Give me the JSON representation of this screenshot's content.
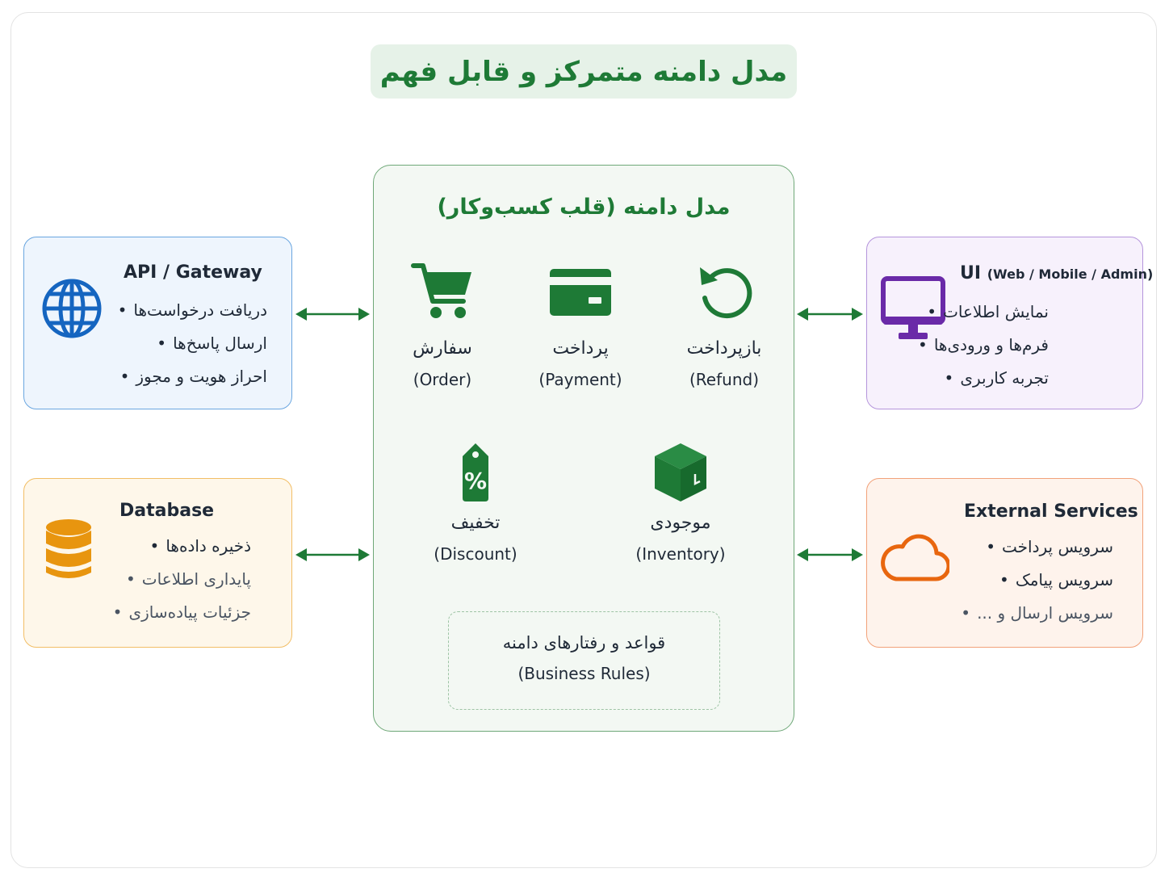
{
  "title": "مدل دامنه متمرکز و قابل فهم",
  "core": {
    "title": "مدل دامنه (قلب کسب‌وکار)",
    "entities": [
      {
        "fa": "سفارش",
        "en": "(Order)",
        "icon": "shopping-cart-icon"
      },
      {
        "fa": "پرداخت",
        "en": "(Payment)",
        "icon": "credit-card-icon"
      },
      {
        "fa": "بازپرداخت",
        "en": "(Refund)",
        "icon": "refund-arrow-icon"
      },
      {
        "fa": "تخفیف",
        "en": "(Discount)",
        "icon": "discount-tag-icon"
      },
      {
        "fa": "موجودی",
        "en": "(Inventory)",
        "icon": "inventory-box-icon"
      }
    ],
    "rules": {
      "fa": "قواعد و رفتارهای دامنه",
      "en": "(Business Rules)"
    }
  },
  "api": {
    "heading": "API / Gateway",
    "icon": "globe-icon",
    "items": [
      "دریافت درخواست‌ها",
      "ارسال پاسخ‌ها",
      "احراز هویت و مجوز"
    ]
  },
  "database": {
    "heading": "Database",
    "icon": "database-icon",
    "items": [
      "ذخیره داده‌ها",
      "پایداری اطلاعات",
      "جزئیات پیاده‌سازی"
    ]
  },
  "ui": {
    "heading": "UI",
    "subheading": "(Web / Mobile / Admin)",
    "icon": "monitor-icon",
    "items": [
      "نمایش اطلاعات",
      "فرم‌ها و ورودی‌ها",
      "تجربه کاربری"
    ]
  },
  "external": {
    "heading": "External Services",
    "icon": "cloud-icon",
    "items": [
      "سرویس پرداخت",
      "سرویس پیامک",
      "سرویس ارسال و ..."
    ]
  },
  "colors": {
    "green": "#1e7a36",
    "blue": "#1565c0",
    "orange": "#e8950f",
    "purple": "#6a2aa8",
    "red_orange": "#e8660f"
  }
}
